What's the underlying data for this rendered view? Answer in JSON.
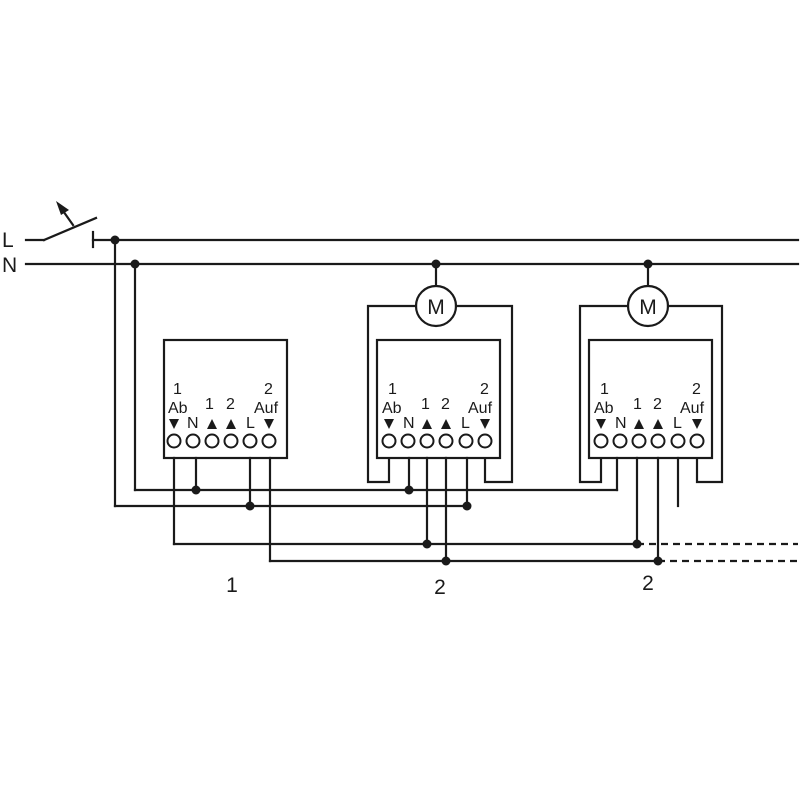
{
  "lines": {
    "L": "L",
    "N": "N"
  },
  "motor_label": "M",
  "device_labels": {
    "ab_num": "1",
    "ab": "Ab",
    "n": "N",
    "up1": "1",
    "up2": "2",
    "l": "L",
    "auf_num": "2",
    "auf": "Auf"
  },
  "group_numbers": [
    "1",
    "2",
    "2"
  ]
}
